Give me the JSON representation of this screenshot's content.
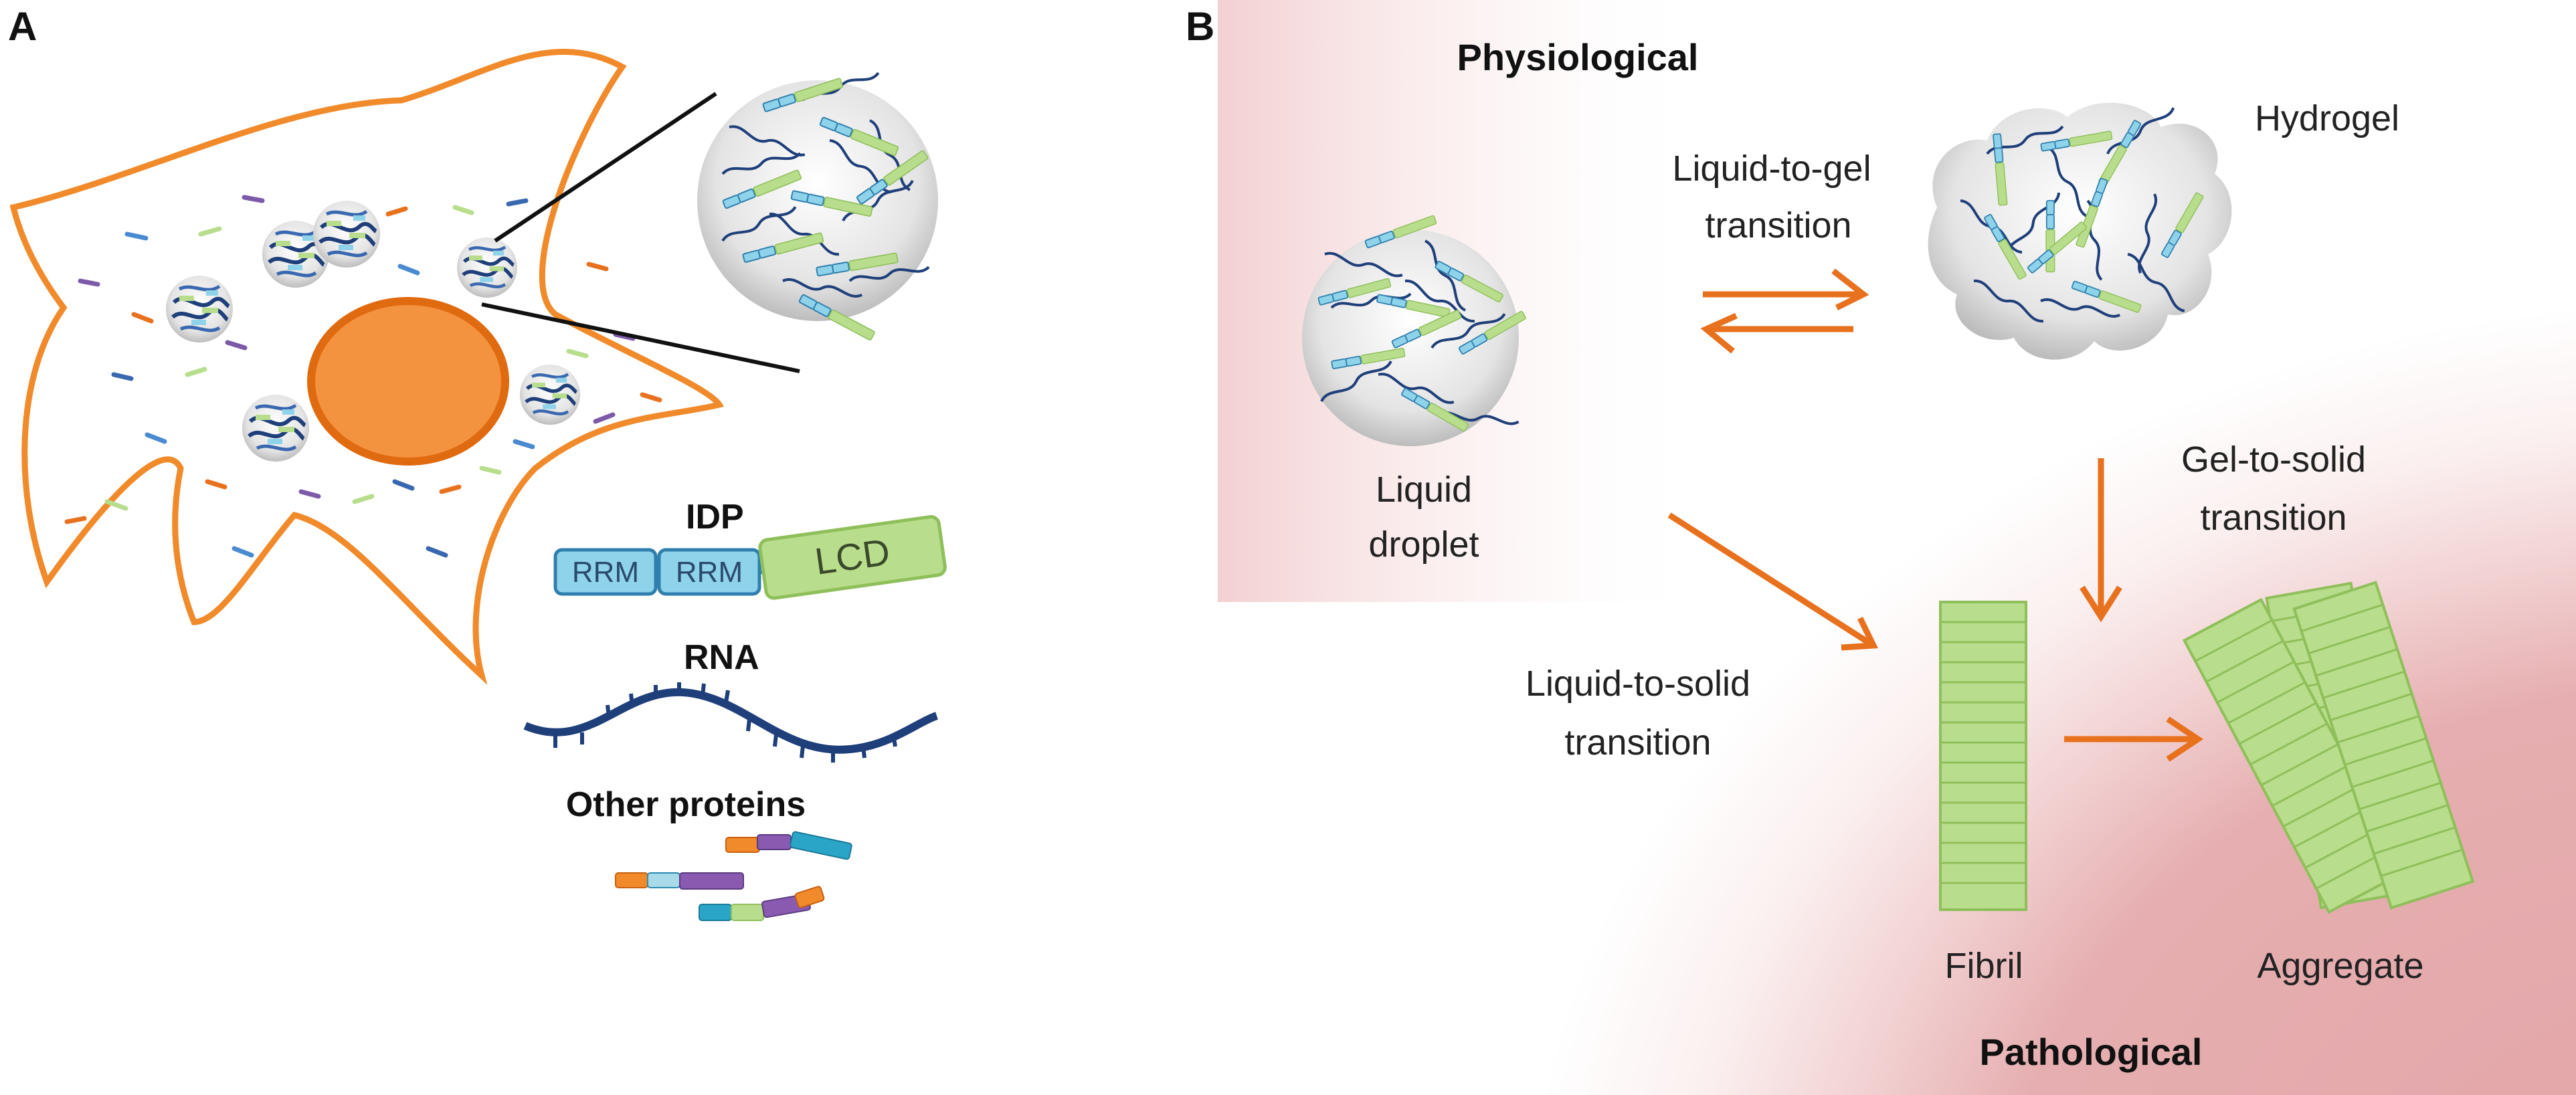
{
  "panel_a": {
    "label": "A",
    "legend": {
      "idp_title": "IDP",
      "rrm_1": "RRM",
      "rrm_2": "RRM",
      "lcd": "LCD",
      "rna_title": "RNA",
      "other_title": "Other proteins"
    }
  },
  "panel_b": {
    "label": "B",
    "physiological": "Physiological",
    "pathological": "Pathological",
    "hydrogel": "Hydrogel",
    "liquid_droplet_line1": "Liquid",
    "liquid_droplet_line2": "droplet",
    "liquid_to_gel_line1": "Liquid-to-gel",
    "liquid_to_gel_line2": "transition",
    "gel_to_solid_line1": "Gel-to-solid",
    "gel_to_solid_line2": "transition",
    "liquid_to_solid_line1": "Liquid-to-solid",
    "liquid_to_solid_line2": "transition",
    "fibril": "Fibril",
    "aggregate": "Aggregate"
  },
  "colors": {
    "cell_outline": "#f08a2a",
    "nucleus": "#f3923f",
    "rrm_blue": "#8fd3ea",
    "lcd_green": "#b8dd8c",
    "rna_navy": "#1f3f7a",
    "arrow_orange": "#e8711e",
    "pathological_pink": "#e4a6a9"
  }
}
